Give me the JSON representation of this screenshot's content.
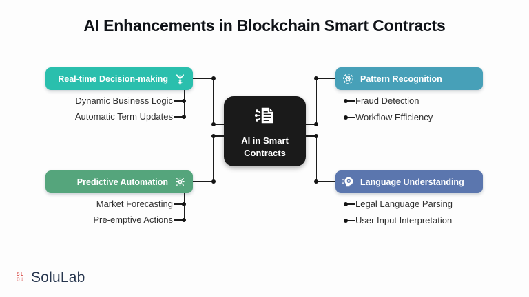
{
  "title": "AI Enhancements in Blockchain Smart Contracts",
  "center": {
    "line1": "AI in Smart",
    "line2": "Contracts",
    "bg": "#1a1a1a",
    "icon": "ai-smart-contract-document-icon"
  },
  "branches": {
    "realtime": {
      "label": "Real-time Decision-making",
      "color": "#2abfad",
      "icon": "branching-arrows-gear-icon",
      "items": [
        "Dynamic Business Logic",
        "Automatic Term Updates"
      ]
    },
    "pattern": {
      "label": "Pattern Recognition",
      "color": "#47a0b8",
      "icon": "gear-in-dashed-circle-icon",
      "items": [
        "Fraud Detection",
        "Workflow Efficiency"
      ]
    },
    "predictive": {
      "label": "Predictive Automation",
      "color": "#55a57c",
      "icon": "radiating-gear-icon",
      "items": [
        "Market Forecasting",
        "Pre-emptive Actions"
      ]
    },
    "language": {
      "label": "Language Understanding",
      "color": "#5b76ae",
      "icon": "ai-head-gear-icon",
      "items": [
        "Legal Language Parsing",
        "User Input Interpretation"
      ]
    }
  },
  "footer": {
    "brand": "SoluLab",
    "brand_color": "#27364e",
    "mark_color": "#d9534f",
    "mark_lines": [
      "SL",
      "OU"
    ]
  }
}
